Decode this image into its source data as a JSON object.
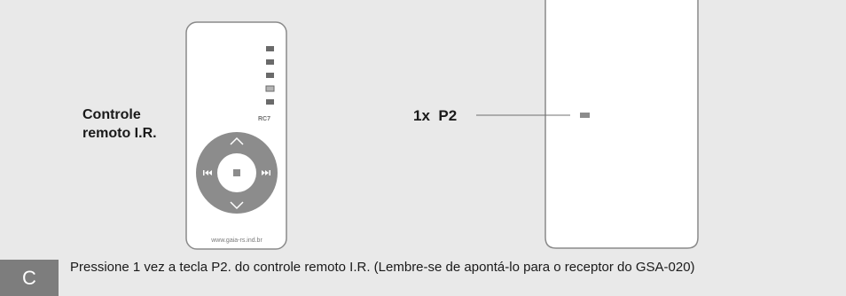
{
  "figure": {
    "remote_label": "Controle\nremoto I.R.",
    "remote_model": "RC7",
    "remote_url": "www.gaia-rs.ind.br",
    "instruction_label": "1x  P2",
    "step_letter": "C",
    "caption": "Pressione 1 vez a tecla P2. do controle remoto I.R. (Lembre-se de apontá-lo para o receptor do GSA-020)"
  },
  "colors": {
    "panel": "#e9e9e9",
    "device_fill": "#ffffff",
    "device_stroke": "#8a8a8a",
    "button_dark": "#6a6a6a",
    "wheel": "#8c8c8c",
    "step_box": "#7d7d7d"
  }
}
